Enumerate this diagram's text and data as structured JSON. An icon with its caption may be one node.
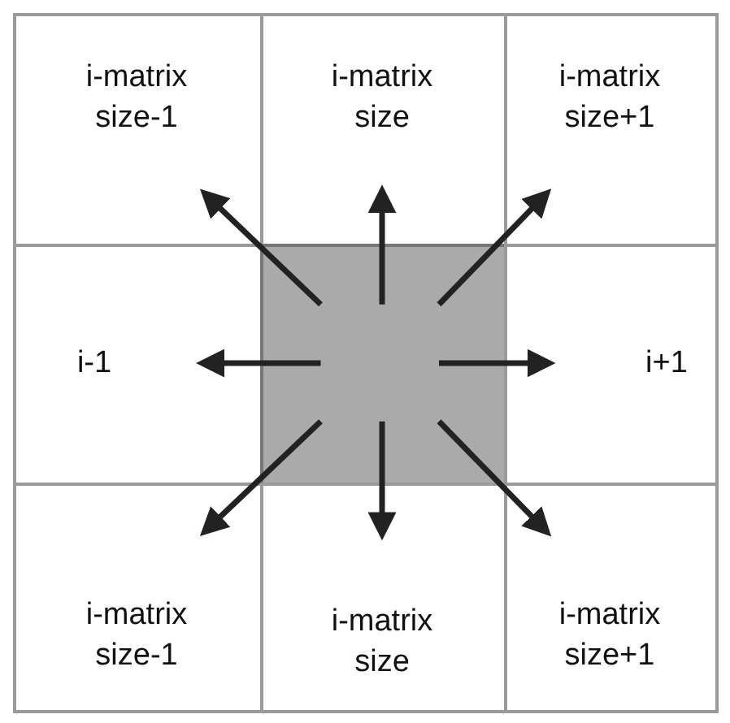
{
  "diagram": {
    "nodes": [
      {
        "text": [
          "i-matrix size-1"
        ]
      },
      {
        "text": [
          "i-matrix size"
        ]
      },
      {
        "text": [
          "i-matrix size+1"
        ]
      },
      {
        "text": [
          "i-1"
        ]
      },
      {
        "text": [],
        "shape": "box"
      },
      {
        "text": [
          "i+1"
        ]
      },
      {
        "text": [
          "i-matrix size-1"
        ]
      },
      {
        "text": [
          "i-matrix size"
        ]
      },
      {
        "text": [
          "i-matrix size+1"
        ]
      }
    ],
    "edges": [
      {
        "from": 4,
        "to": 0,
        "arrow": "to"
      },
      {
        "from": 4,
        "to": 1,
        "arrow": "to"
      },
      {
        "from": 4,
        "to": 2,
        "arrow": "to"
      },
      {
        "from": 4,
        "to": 3,
        "arrow": "to"
      },
      {
        "from": 4,
        "to": 5,
        "arrow": "to"
      },
      {
        "from": 4,
        "to": 6,
        "arrow": "to"
      },
      {
        "from": 4,
        "to": 7,
        "arrow": "to"
      },
      {
        "from": 4,
        "to": 8,
        "arrow": "to"
      }
    ]
  }
}
